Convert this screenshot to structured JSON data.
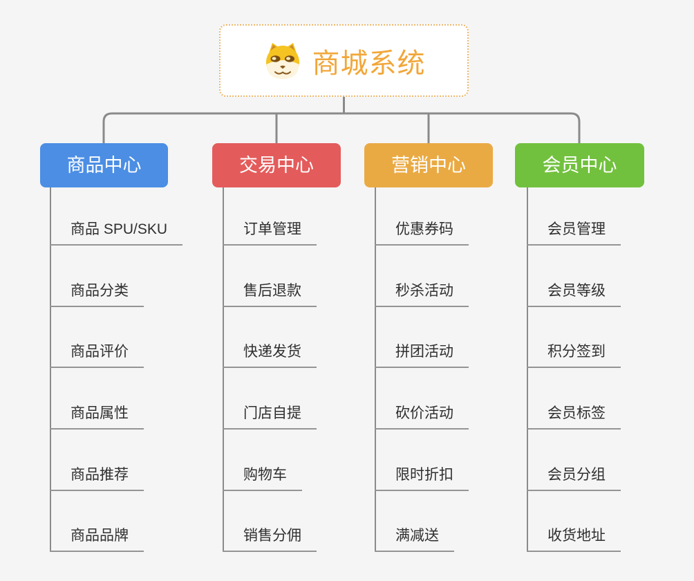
{
  "canvas": {
    "background": "#F5F5F5",
    "connector_color": "#8A8A8A",
    "leaf_line_color": "#949494"
  },
  "root": {
    "title": "商城系统",
    "title_color": "#F1A73A",
    "border_color": "#EDB76B",
    "icon": "shiba-dog-icon"
  },
  "branches": [
    {
      "label": "商品中心",
      "color": "#4B8EE4",
      "children": [
        "商品 SPU/SKU",
        "商品分类",
        "商品评价",
        "商品属性",
        "商品推荐",
        "商品品牌"
      ]
    },
    {
      "label": "交易中心",
      "color": "#E45B5B",
      "children": [
        "订单管理",
        "售后退款",
        "快递发货",
        "门店自提",
        "购物车",
        "销售分佣"
      ]
    },
    {
      "label": "营销中心",
      "color": "#EAAA43",
      "children": [
        "优惠券码",
        "秒杀活动",
        "拼团活动",
        "砍价活动",
        "限时折扣",
        "满减送"
      ]
    },
    {
      "label": "会员中心",
      "color": "#72C13E",
      "children": [
        "会员管理",
        "会员等级",
        "积分签到",
        "会员标签",
        "会员分组",
        "收货地址"
      ]
    }
  ]
}
